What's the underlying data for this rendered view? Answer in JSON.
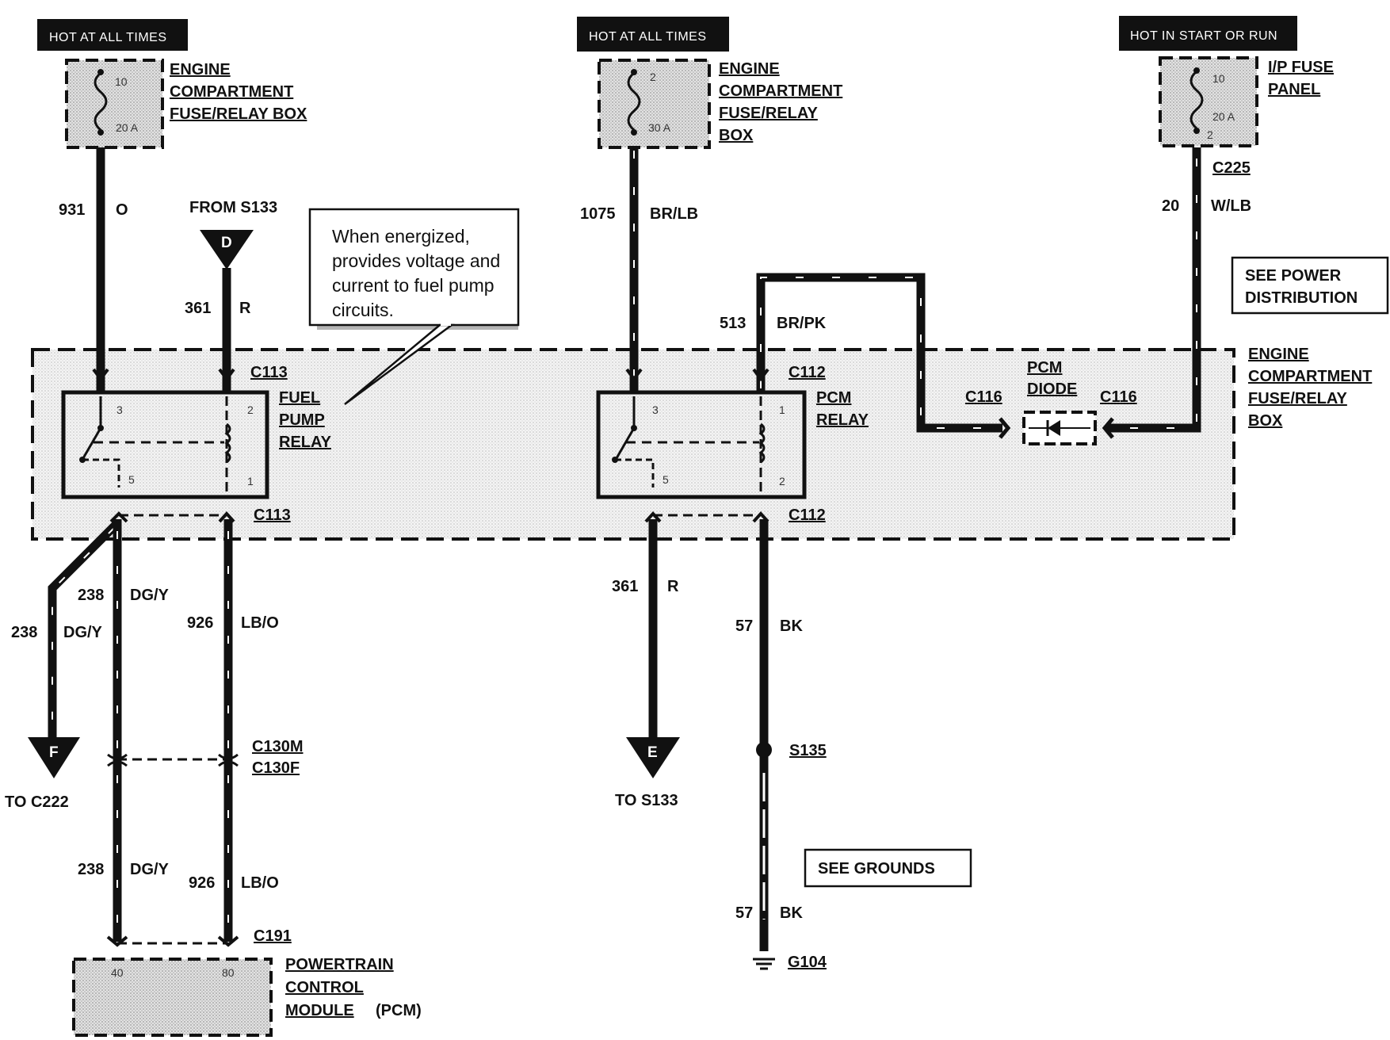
{
  "headers": {
    "left": "HOT AT ALL TIMES",
    "middle": "HOT AT ALL TIMES",
    "right": "HOT IN START OR RUN"
  },
  "fuse_left": {
    "number": "10",
    "rating": "20 A",
    "label": [
      "ENGINE",
      "COMPARTMENT",
      "FUSE/RELAY BOX"
    ]
  },
  "fuse_middle": {
    "number": "2",
    "rating": "30 A",
    "label": [
      "ENGINE",
      "COMPARTMENT",
      "FUSE/RELAY",
      "BOX"
    ]
  },
  "fuse_right": {
    "number": "10",
    "rating": "20 A",
    "pin": "2",
    "label": [
      "I/P FUSE",
      "PANEL"
    ]
  },
  "wires": {
    "w931": {
      "num": "931",
      "color": "O"
    },
    "w361_in": {
      "num": "361",
      "color": "R"
    },
    "w1075": {
      "num": "1075",
      "color": "BR/LB"
    },
    "w513": {
      "num": "513",
      "color": "BR/PK"
    },
    "w20": {
      "num": "20",
      "color": "W/LB"
    },
    "w238_a": {
      "num": "238",
      "color": "DG/Y"
    },
    "w238_b": {
      "num": "238",
      "color": "DG/Y"
    },
    "w926_a": {
      "num": "926",
      "color": "LB/O"
    },
    "w238_c": {
      "num": "238",
      "color": "DG/Y"
    },
    "w926_b": {
      "num": "926",
      "color": "LB/O"
    },
    "w361_out": {
      "num": "361",
      "color": "R"
    },
    "w57_a": {
      "num": "57",
      "color": "BK"
    },
    "w57_b": {
      "num": "57",
      "color": "BK"
    }
  },
  "connectors": {
    "c113_top": "C113",
    "c113_bot": "C113",
    "c112_top": "C112",
    "c112_bot": "C112",
    "c116_left": "C116",
    "c116_right": "C116",
    "c225": "C225",
    "c130m": "C130M",
    "c130f": "C130F",
    "c191": "C191",
    "s135": "S135",
    "g104": "G104"
  },
  "from_s133": "FROM S133",
  "callout": [
    "When energized,",
    "provides voltage and",
    "current to fuel pump",
    "circuits."
  ],
  "fuel_pump_relay": {
    "label": [
      "FUEL",
      "PUMP",
      "RELAY"
    ],
    "pins": [
      "3",
      "2",
      "5",
      "1"
    ]
  },
  "pcm_relay": {
    "label": [
      "PCM",
      "RELAY"
    ],
    "pins": [
      "3",
      "1",
      "5",
      "2"
    ]
  },
  "pcm_diode": [
    "PCM",
    "DIODE"
  ],
  "box_label": [
    "ENGINE",
    "COMPARTMENT",
    "FUSE/RELAY",
    "BOX"
  ],
  "see_power": [
    "SEE POWER",
    "DISTRIBUTION"
  ],
  "see_grounds": "SEE GROUNDS",
  "markers": {
    "D": "D",
    "F": "F",
    "E": "E",
    "to_c222": "TO C222",
    "to_s133": "TO S133"
  },
  "pcm_module": {
    "pins": [
      "40",
      "80"
    ],
    "label": [
      "POWERTRAIN",
      "CONTROL",
      "MODULE"
    ],
    "suffix": "(PCM)"
  }
}
